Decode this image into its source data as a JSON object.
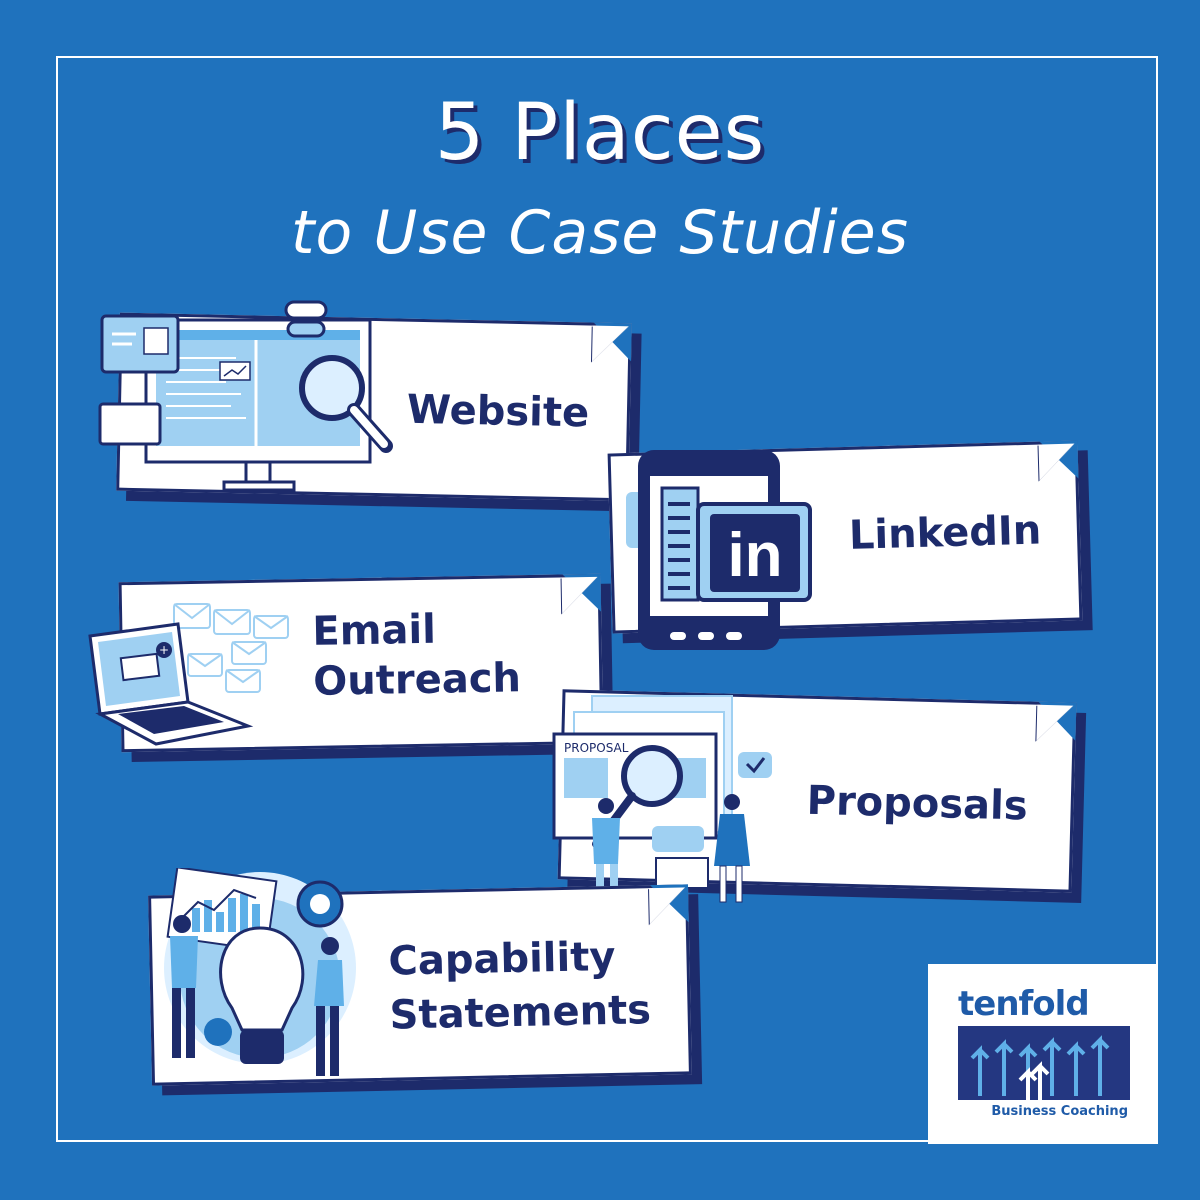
{
  "title": {
    "main": "5 Places",
    "sub": "to Use Case Studies"
  },
  "cards": [
    {
      "label": "Website",
      "icon": "website-monitor-icon"
    },
    {
      "label": "LinkedIn",
      "icon": "linkedin-phone-icon"
    },
    {
      "label_line1": "Email",
      "label_line2": "Outreach",
      "icon": "email-laptop-icon"
    },
    {
      "label": "Proposals",
      "icon": "proposal-document-icon"
    },
    {
      "label_line1": "Capability",
      "label_line2": "Statements",
      "icon": "lightbulb-team-icon"
    }
  ],
  "logo": {
    "word": "tenfold",
    "sub": "Business Coaching"
  },
  "colors": {
    "background": "#1f72bd",
    "navy": "#1d2b6b",
    "light_blue": "#9fd0f2",
    "white": "#ffffff"
  }
}
